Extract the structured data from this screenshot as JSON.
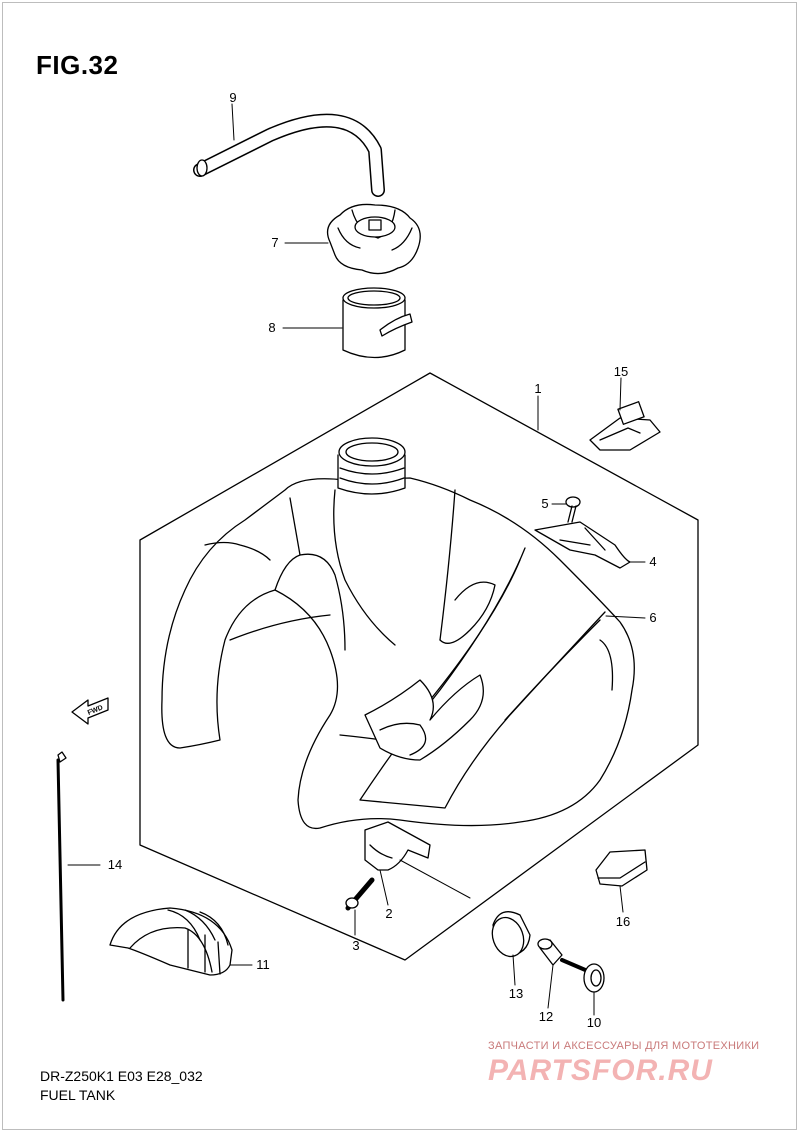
{
  "figure": {
    "title": "FIG.32"
  },
  "footer": {
    "model": "DR-Z250K1 E03 E28_032",
    "section": "FUEL TANK"
  },
  "watermark": {
    "tagline": "ЗАПЧАСТИ И АКСЕССУАРЫ ДЛЯ МОТОТЕХНИКИ",
    "brand": "PARTSFOR.RU"
  },
  "direction": {
    "label": "FWD"
  },
  "callouts": {
    "c1": "1",
    "c2": "2",
    "c3": "3",
    "c4": "4",
    "c5": "5",
    "c6": "6",
    "c7": "7",
    "c8": "8",
    "c9": "9",
    "c10": "10",
    "c11": "11",
    "c12": "12",
    "c13": "13",
    "c14": "14",
    "c15": "15",
    "c16": "16"
  },
  "colors": {
    "line": "#000000",
    "watermark": "#f3b3b3"
  }
}
